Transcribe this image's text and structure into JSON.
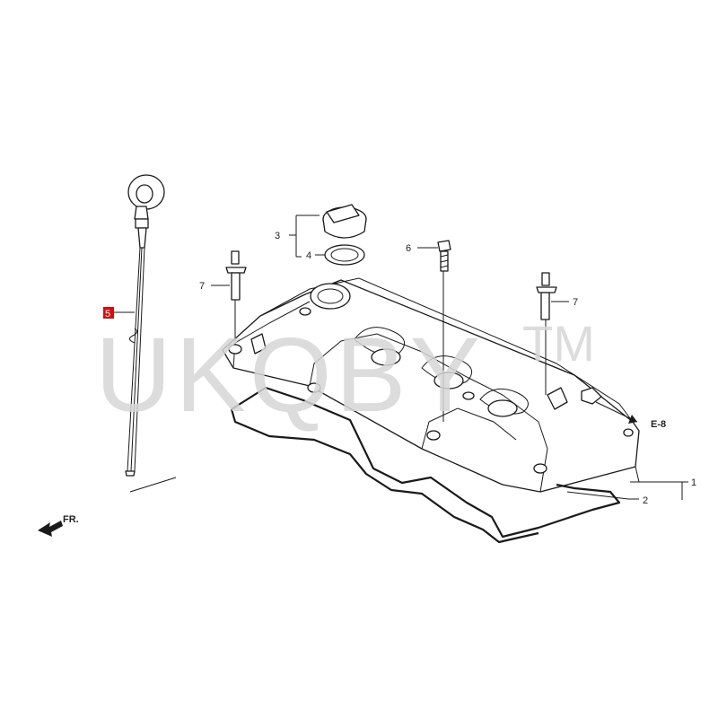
{
  "watermark": {
    "text": "UKQBY",
    "tm": "TM"
  },
  "callouts": {
    "c1": "1",
    "c2": "2",
    "c3": "3",
    "c4": "4",
    "c5": "5",
    "c6": "6",
    "c7_left": "7",
    "c7_right": "7"
  },
  "references": {
    "e8": "E-8",
    "fr": "FR."
  },
  "colors": {
    "highlight": "#cc1111",
    "line": "#1a1a1a",
    "watermark": "#d6d6d6"
  }
}
